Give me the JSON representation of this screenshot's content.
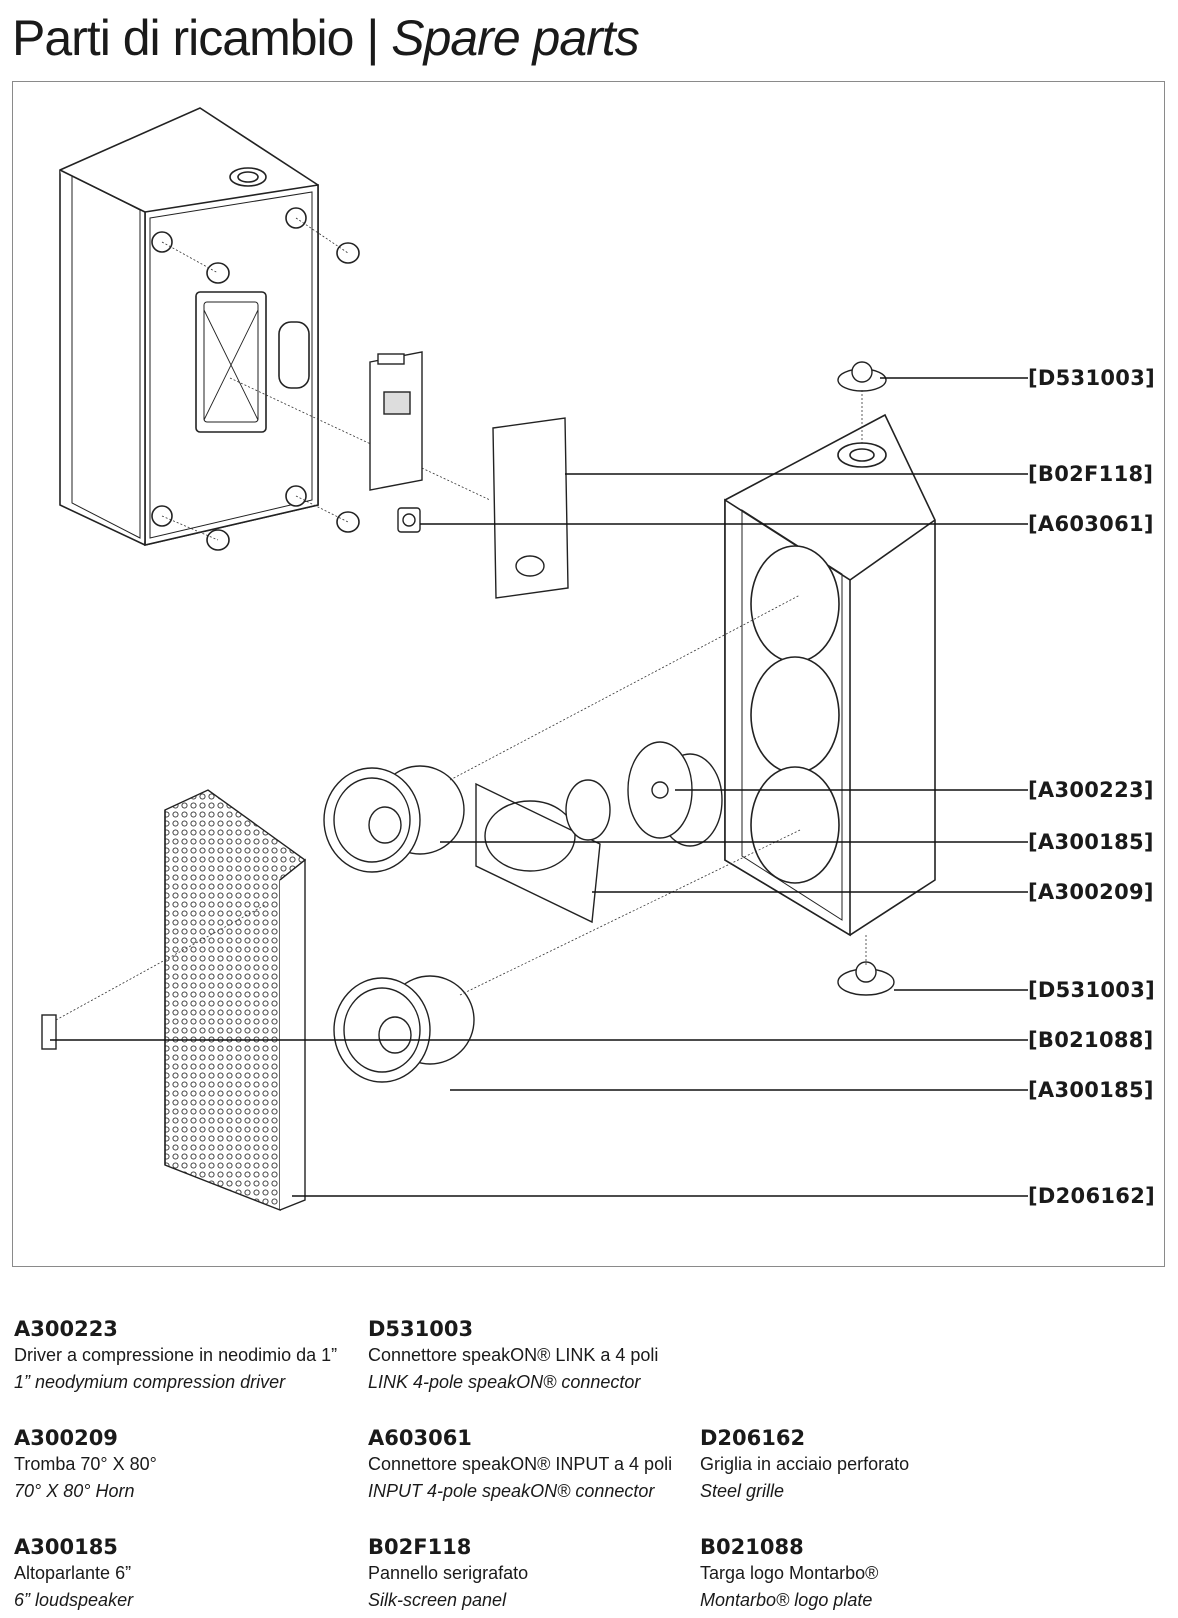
{
  "header": {
    "title_it": "Parti di ricambio | ",
    "title_en": "Spare parts"
  },
  "callouts": [
    {
      "code": "[D531003]"
    },
    {
      "code": "[B02F118]"
    },
    {
      "code": "[A603061]"
    },
    {
      "code": "[A300223]"
    },
    {
      "code": "[A300185]"
    },
    {
      "code": "[A300209]"
    },
    {
      "code": "[D531003]"
    },
    {
      "code": "[B021088]"
    },
    {
      "code": "[A300185]"
    },
    {
      "code": "[D206162]"
    }
  ],
  "legend": [
    {
      "code": "A300223",
      "it": "Driver a compressione in neodimio da 1”",
      "en": "1” neodymium compression driver"
    },
    {
      "code": "D531003",
      "it": "Connettore speakON® LINK a 4 poli",
      "en": "LINK 4-pole speakON® connector"
    },
    {
      "code": "A300209",
      "it": "Tromba 70° X 80°",
      "en": "70° X 80° Horn"
    },
    {
      "code": "A603061",
      "it": "Connettore speakON® INPUT a 4 poli",
      "en": "INPUT 4-pole speakON® connector"
    },
    {
      "code": "D206162",
      "it": "Griglia in acciaio perforato",
      "en": "Steel grille"
    },
    {
      "code": "A300185",
      "it": "Altoparlante 6”",
      "en": "6” loudspeaker"
    },
    {
      "code": "B02F118",
      "it": "Pannello serigrafato",
      "en": "Silk-screen panel"
    },
    {
      "code": "B021088",
      "it": "Targa logo Montarbo®",
      "en": "Montarbo® logo plate"
    }
  ]
}
